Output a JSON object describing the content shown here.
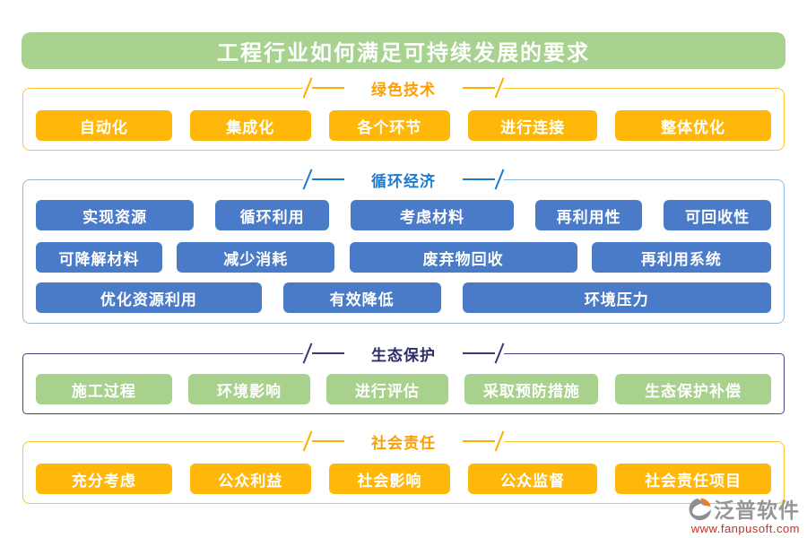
{
  "title": "工程行业如何满足可持续发展的要求",
  "sections": [
    {
      "id": "green-tech",
      "label": "绿色技术",
      "items": [
        "自动化",
        "集成化",
        "各个环节",
        "进行连接",
        "整体优化"
      ]
    },
    {
      "id": "circular-economy",
      "label": "循环经济",
      "rows": [
        [
          "实现资源",
          "循环利用",
          "考虑材料",
          "再利用性",
          "可回收性"
        ],
        [
          "可降解材料",
          "减少消耗",
          "废弃物回收",
          "再利用系统"
        ],
        [
          "优化资源利用",
          "有效降低",
          "环境压力"
        ]
      ]
    },
    {
      "id": "eco-protection",
      "label": "生态保护",
      "items": [
        "施工过程",
        "环境影响",
        "进行评估",
        "采取预防措施",
        "生态保护补偿"
      ]
    },
    {
      "id": "social-responsibility",
      "label": "社会责任",
      "items": [
        "充分考虑",
        "公众利益",
        "社会影响",
        "公众监督",
        "社会责任项目"
      ]
    }
  ],
  "footer": {
    "brand": "泛普软件",
    "website": "www.fanpusoft.com"
  },
  "colors": {
    "title_bg": "#A7D28F",
    "orange_button": "#FFB70A",
    "orange_accent": "#FFA800",
    "orange_border": "#FFC42E",
    "blue_button": "#4A7BC8",
    "blue_accent": "#1B7BD0",
    "blue_border": "#8FBADF",
    "navy_accent": "#32326E",
    "navy_border": "#44447E",
    "green_button": "#A9D18E",
    "brand_gray": "#969696",
    "link_red": "#C4302B",
    "logo_orange": "#E87E26"
  }
}
